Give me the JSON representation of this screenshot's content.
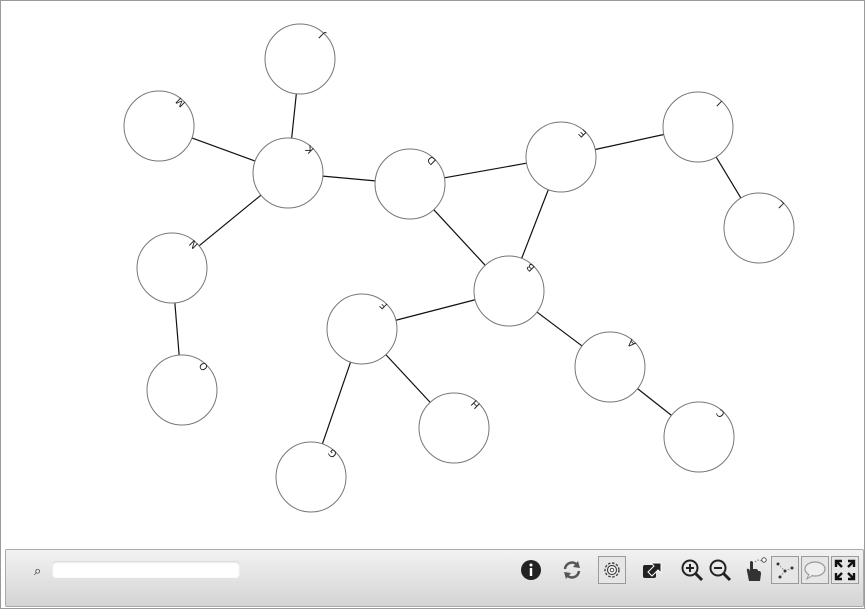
{
  "nodes": [
    {
      "id": "J",
      "label": "J"
    },
    {
      "id": "M",
      "label": "M"
    },
    {
      "id": "K",
      "label": "K"
    },
    {
      "id": "D",
      "label": "D"
    },
    {
      "id": "E",
      "label": "E"
    },
    {
      "id": "I",
      "label": "I"
    },
    {
      "id": "L",
      "label": "L"
    },
    {
      "id": "N",
      "label": "N"
    },
    {
      "id": "B",
      "label": "B"
    },
    {
      "id": "F",
      "label": "F"
    },
    {
      "id": "A",
      "label": "A"
    },
    {
      "id": "O",
      "label": "O"
    },
    {
      "id": "H",
      "label": "H"
    },
    {
      "id": "C",
      "label": "C"
    },
    {
      "id": "G",
      "label": "G"
    }
  ],
  "edges": [
    [
      "K",
      "J"
    ],
    [
      "K",
      "M"
    ],
    [
      "K",
      "D"
    ],
    [
      "K",
      "N"
    ],
    [
      "N",
      "O"
    ],
    [
      "D",
      "E"
    ],
    [
      "D",
      "B"
    ],
    [
      "E",
      "B"
    ],
    [
      "E",
      "I"
    ],
    [
      "I",
      "L"
    ],
    [
      "B",
      "F"
    ],
    [
      "B",
      "A"
    ],
    [
      "A",
      "C"
    ],
    [
      "F",
      "H"
    ],
    [
      "F",
      "G"
    ]
  ],
  "toolbar": {
    "search": {
      "placeholder": "",
      "value": ""
    },
    "buttons": [
      {
        "name": "info",
        "icon": "info-icon"
      },
      {
        "name": "refresh",
        "icon": "refresh-icon"
      },
      {
        "name": "settings",
        "icon": "gear-icon"
      },
      {
        "name": "export",
        "icon": "export-icon"
      },
      {
        "name": "zoom-in",
        "icon": "zoom-in-icon"
      },
      {
        "name": "zoom-out",
        "icon": "zoom-out-icon"
      },
      {
        "name": "pan",
        "icon": "hand-pointer-icon"
      },
      {
        "name": "edges",
        "icon": "graph-edges-icon"
      },
      {
        "name": "labels",
        "icon": "speech-bubble-icon"
      },
      {
        "name": "fullscreen",
        "icon": "fullscreen-icon"
      }
    ]
  }
}
